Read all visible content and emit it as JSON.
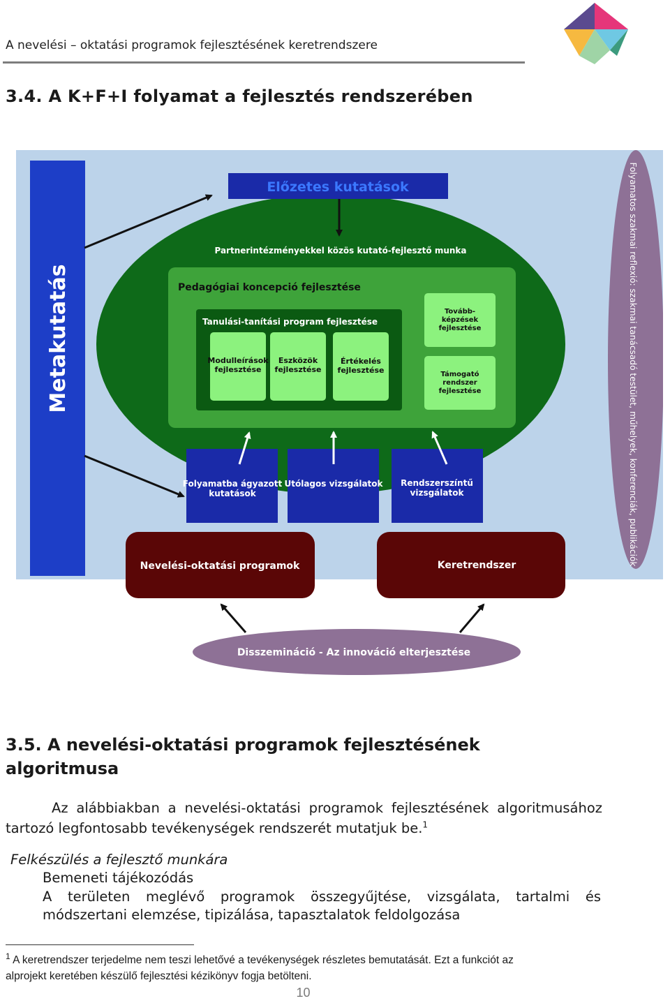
{
  "header": {
    "running_title": "A nevelési – oktatási programok fejlesztésének keretrendszere",
    "colors": [
      "#5b4a8f",
      "#e5367a",
      "#f6b940",
      "#6fc8e3",
      "#9fd4a6",
      "#3c9b7e"
    ]
  },
  "section_34": {
    "title": "3.4. A K+F+I folyamat a fejlesztés rendszerében"
  },
  "diagram": {
    "metakutatas": "Metakutatás",
    "elozetes": "Előzetes kutatások",
    "partner": "Partnerintézményekkel közös kutató-fejlesztő munka",
    "pedagogiai": "Pedagógiai koncepció fejlesztése",
    "tanulasi": "Tanulási-tanítási program fejlesztése",
    "modul": [
      "Modulleírások",
      "fejlesztése"
    ],
    "eszkoz": [
      "Eszközök",
      "fejlesztése"
    ],
    "ertekeles": [
      "Értékelés",
      "fejlesztése"
    ],
    "tovabbkepzes": [
      "Tovább-",
      "képzések",
      "fejlesztése"
    ],
    "tamogato": [
      "Támogató",
      "rendszer",
      "fejlesztése"
    ],
    "folyamatba": [
      "Folyamatba ágyazott",
      "kutatások"
    ],
    "utolagos": "Utólagos vizsgálatok",
    "rendszerszintu": [
      "Rendszerszíntű",
      "vizsgálatok"
    ],
    "nevelesi": "Nevelési-oktatási programok",
    "keretrendszer": "Keretrendszer",
    "reflexio": "Folyamatos szakmai reflexió: szakmai tanácsadó testület, műhelyek, konferenciák, publikációk",
    "disszeminacio": "Disszemináció - Az innováció elterjesztése"
  },
  "section_35": {
    "title_line1": "3.5. A nevelési-oktatási programok fejlesztésének",
    "title_line2": "algoritmusa",
    "paragraph": "Az alábbiakban a nevelési-oktatási programok fejlesztésének algoritmusához tartozó legfontosabb tevékenységek rendszerét mutatjuk be.",
    "footnote_ref": "1",
    "preparation": "Felkészülés a fejlesztő munkára",
    "step1": "Bemeneti tájékozódás",
    "step2": "A területen meglévő programok összegyűjtése, vizsgálata, tartalmi és módszertani elemzése, tipizálása, tapasztalatok feldolgozása"
  },
  "footnote": {
    "number": "1",
    "line1": "A keretrendszer terjedelme nem teszi lehetővé a tevékenységek részletes bemutatását. Ezt a funkciót az",
    "line2": "alprojekt keretében készülő fejlesztési kézikönyv fogja betölteni."
  },
  "page_number": "10"
}
